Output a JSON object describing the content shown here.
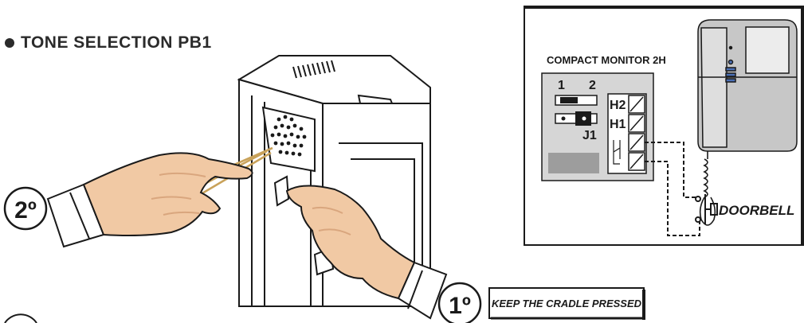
{
  "title": "TONE SELECTION PB1",
  "steps": {
    "first": "1º",
    "second": "2º",
    "first_note": "KEEP THE CRADLE PRESSED"
  },
  "wiring": {
    "panel_title": "COMPACT MONITOR 2H",
    "jumper_pin_1": "1",
    "jumper_pin_2": "2",
    "terminal_h2": "H2",
    "terminal_h1": "H1",
    "jumper_label": "J1",
    "doorbell_label": "DOORBELL"
  },
  "colors": {
    "skin": "#f1c9a4",
    "skin_shadow": "#d9a67e",
    "panel_grey": "#d6d6d6",
    "monitor_grey": "#c7c7c7",
    "accent_blue": "#4a6fb5",
    "clip": "#c9a25a"
  }
}
